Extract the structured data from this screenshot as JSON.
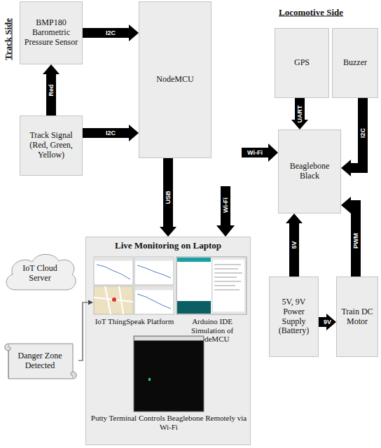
{
  "diagram": {
    "nodes": [
      {
        "text": [
          "BMP180 Barometric Pressure Sensor"
        ]
      },
      {
        "text": [
          "NodeMCU"
        ]
      },
      {
        "text": [
          "Track Signal (Red, Green, Yellow)"
        ]
      },
      {
        "text": [
          "GPS"
        ]
      },
      {
        "text": [
          "Buzzer"
        ]
      },
      {
        "text": [
          "Beaglebone Black"
        ]
      },
      {
        "text": [
          "IoT Cloud Server"
        ]
      },
      {
        "text": [
          "Live Monitoring on Laptop"
        ]
      },
      {
        "text": [
          "IoT ThingSpeak Platform"
        ],
        "in": 7
      },
      {
        "text": [
          "Arduino IDE Simulation of NodeMCU"
        ],
        "in": 7
      },
      {
        "text": [
          "Putty Terminal Controls Beaglebone Remotely via Wi-Fi"
        ],
        "in": 7
      },
      {
        "text": [
          "Danger Zone Detected"
        ]
      },
      {
        "text": [
          "5V, 9V Power Supply (Battery)"
        ]
      },
      {
        "text": [
          "Train DC Motor"
        ]
      }
    ],
    "edges": [
      {
        "from": 2,
        "to": 0,
        "label": "Red",
        "arrow": "to"
      },
      {
        "from": 0,
        "to": 1,
        "label": "I2C",
        "arrow": "to"
      },
      {
        "from": 2,
        "to": 1,
        "label": "I2C",
        "arrow": "to"
      },
      {
        "from": 1,
        "to": 7,
        "label": "USB",
        "arrow": "to"
      },
      {
        "from": 3,
        "to": 5,
        "label": "UART",
        "arrow": "to"
      },
      {
        "from": 4,
        "to": 5,
        "label": "I2C",
        "arrow": "to"
      },
      {
        "from": 12,
        "to": 5,
        "label": "5V",
        "arrow": "to"
      },
      {
        "from": 12,
        "to": 13,
        "label": "9V",
        "arrow": "to"
      },
      {
        "from": 13,
        "to": 5,
        "label": "PWM",
        "arrow": "to"
      },
      {
        "from": 11,
        "to": 8,
        "arrow": "to"
      }
    ],
    "labels": [
      "Track Side",
      "Locomotive Side",
      "Wi-Fi",
      "Wi-Fi"
    ]
  }
}
